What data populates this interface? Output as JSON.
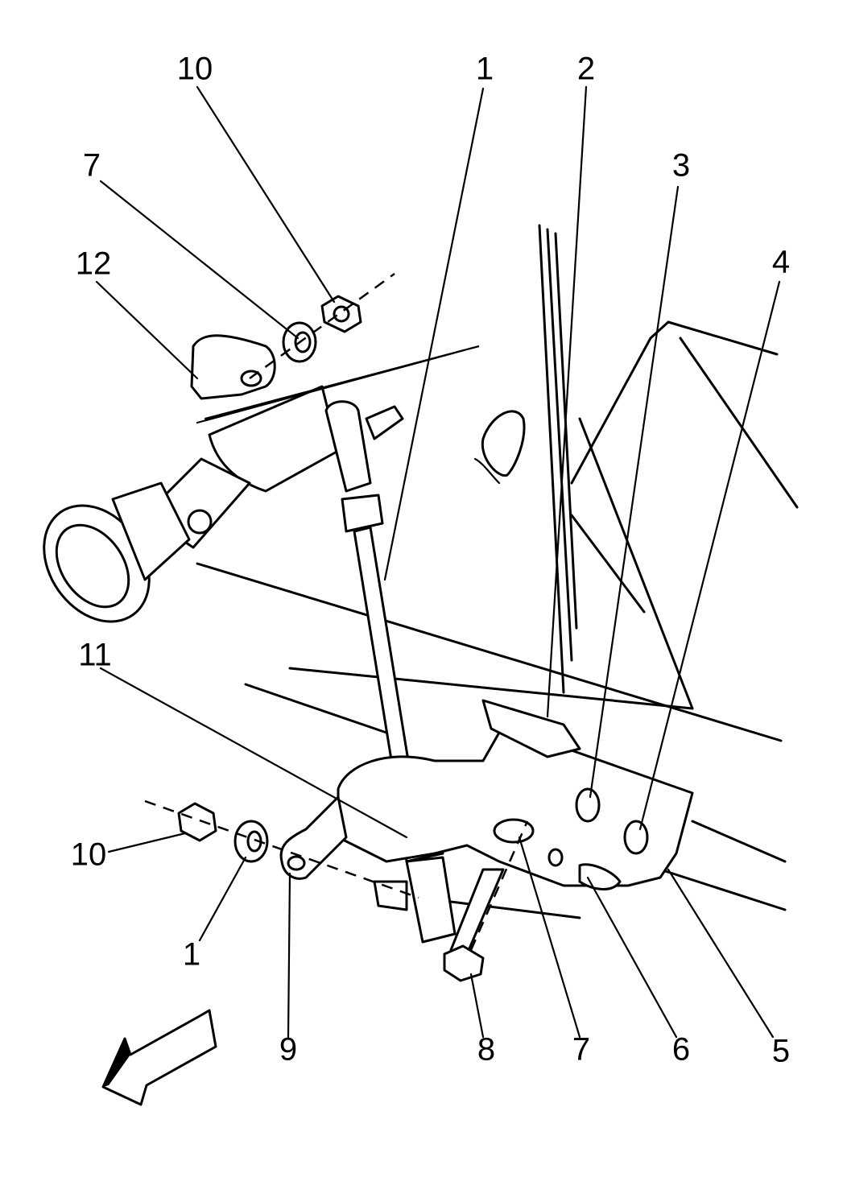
{
  "callouts": {
    "c1_top": "1",
    "c2": "2",
    "c3": "3",
    "c4": "4",
    "c5": "5",
    "c6": "6",
    "c7_bottom": "7",
    "c8": "8",
    "c9": "9",
    "c1_bottom": "1",
    "c10_bottom": "10",
    "c11": "11",
    "c12": "12",
    "c7_top": "7",
    "c10_top": "10"
  },
  "icons": {
    "direction_arrow": "front-direction-arrow-icon"
  }
}
